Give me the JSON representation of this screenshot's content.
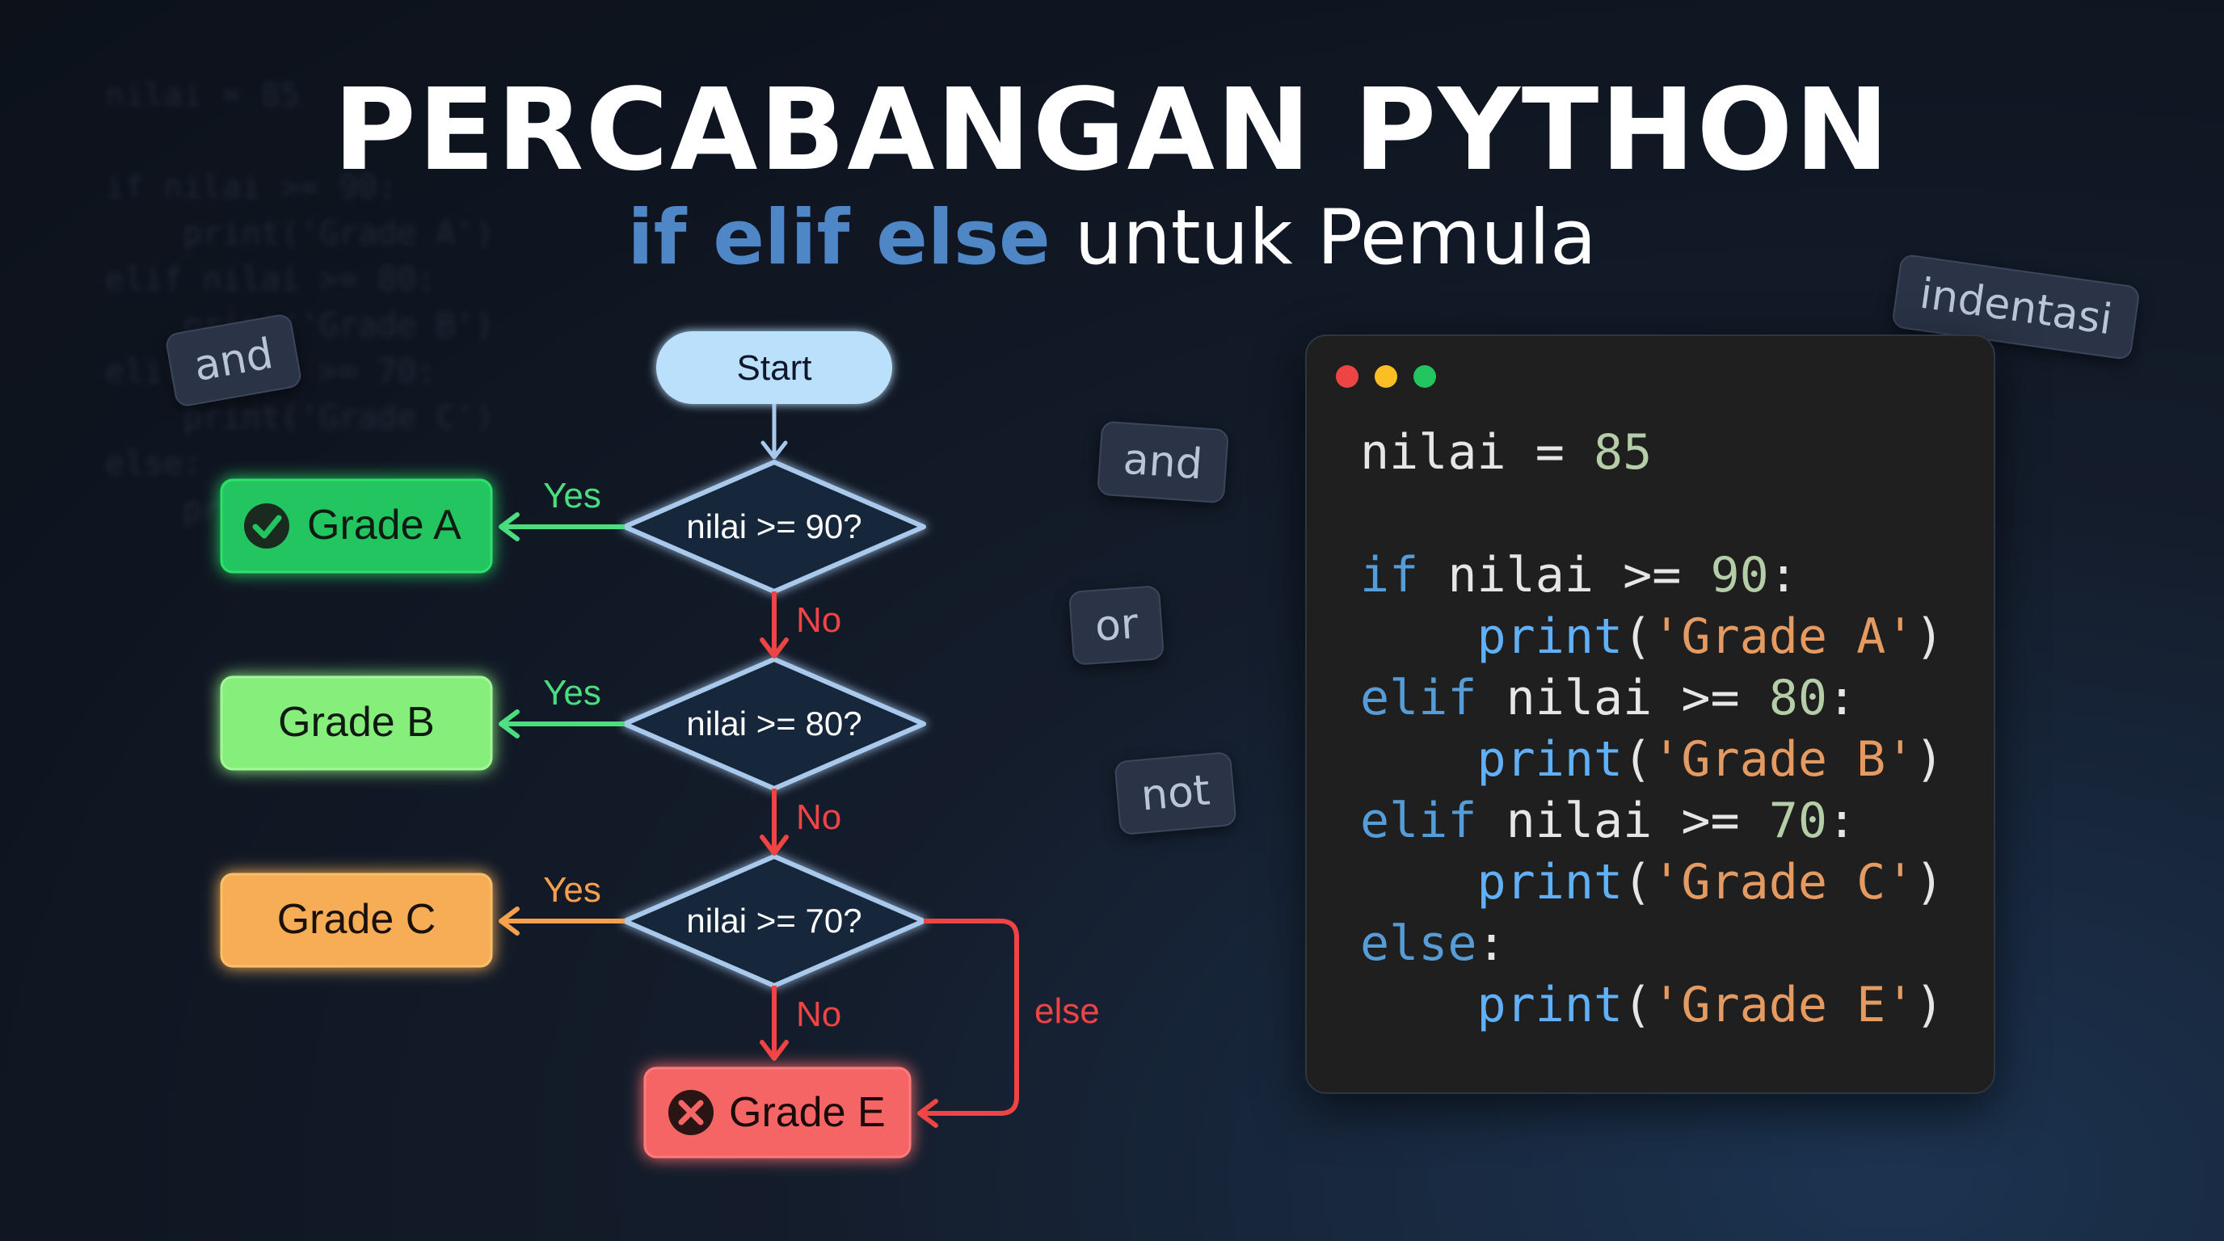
{
  "title": "PERCABANGAN PYTHON",
  "subtitle": {
    "keywords": "if elif else",
    "rest": "untuk Pemula"
  },
  "floating_tags": [
    "and",
    "and",
    "or",
    "not",
    "indentasi"
  ],
  "flowchart": {
    "start": "Start",
    "decisions": [
      "nilai >= 90?",
      "nilai >= 80?",
      "nilai >= 70?"
    ],
    "outcomes": [
      "Grade A",
      "Grade B",
      "Grade C",
      "Grade E"
    ],
    "yes_label": "Yes",
    "no_label": "No",
    "else_label": "else"
  },
  "code_lines": [
    [
      [
        "p",
        "nilai = "
      ],
      [
        "n",
        "85"
      ]
    ],
    [],
    [
      [
        "k",
        "if"
      ],
      [
        "p",
        " nilai >= "
      ],
      [
        "n",
        "90"
      ],
      [
        "p",
        ":"
      ]
    ],
    [
      [
        "p",
        "    "
      ],
      [
        "f",
        "print"
      ],
      [
        "p",
        "("
      ],
      [
        "s",
        "'Grade A'"
      ],
      [
        "p",
        ")"
      ]
    ],
    [
      [
        "k",
        "elif"
      ],
      [
        "p",
        " nilai >= "
      ],
      [
        "n",
        "80"
      ],
      [
        "p",
        ":"
      ]
    ],
    [
      [
        "p",
        "    "
      ],
      [
        "f",
        "print"
      ],
      [
        "p",
        "("
      ],
      [
        "s",
        "'Grade B'"
      ],
      [
        "p",
        ")"
      ]
    ],
    [
      [
        "k",
        "elif"
      ],
      [
        "p",
        " nilai >= "
      ],
      [
        "n",
        "70"
      ],
      [
        "p",
        ":"
      ]
    ],
    [
      [
        "p",
        "    "
      ],
      [
        "f",
        "print"
      ],
      [
        "p",
        "("
      ],
      [
        "s",
        "'Grade C'"
      ],
      [
        "p",
        ")"
      ]
    ],
    [
      [
        "k",
        "else"
      ],
      [
        "p",
        ":"
      ]
    ],
    [
      [
        "p",
        "    "
      ],
      [
        "f",
        "print"
      ],
      [
        "p",
        "("
      ],
      [
        "s",
        "'Grade E'"
      ],
      [
        "p",
        ")"
      ]
    ]
  ],
  "colors": {
    "grade_a": "#22c55e",
    "grade_b": "#86ef7c",
    "grade_c": "#f6ad55",
    "grade_e": "#f56565",
    "yes_arrow_green": "#4ade80",
    "yes_arrow_orange": "#f6a04d",
    "no_arrow": "#ef4444",
    "diamond_stroke": "#a9c9ec",
    "start_fill": "#bae0fc",
    "keyword": "#4f86c6"
  }
}
